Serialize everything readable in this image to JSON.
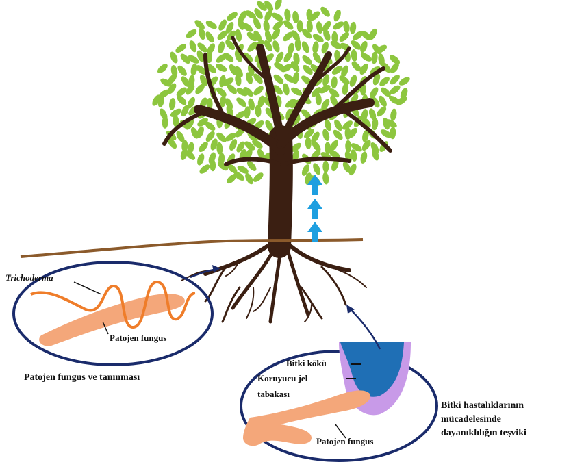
{
  "labels": {
    "trichoderma": "Trichoderma",
    "patojen_fungus_left": "Patojen fungus",
    "left_caption": "Patojen fungus ve tanınması",
    "bitki_koku": "Bitki kökü",
    "koruyucu_jel_line1": "Koruyucu jel",
    "koruyucu_jel_line2": "tabakası",
    "patojen_fungus_right": "Patojen fungus",
    "right_caption_line1": "Bitki hastalıklarının",
    "right_caption_line2": "mücadelesinde",
    "right_caption_line3": "dayanıklılığın teşviki"
  },
  "colors": {
    "leaf": "#8dc63f",
    "trunk": "#3b1f12",
    "soil": "#8b5a2b",
    "ellipse": "#1a2b6b",
    "fungus": "#f4a77a",
    "trichoderma": "#ef7d2a",
    "arrow_up": "#1e9fe0",
    "root_tip": "#1f6fb5",
    "jel_layer": "#c89ae8"
  }
}
